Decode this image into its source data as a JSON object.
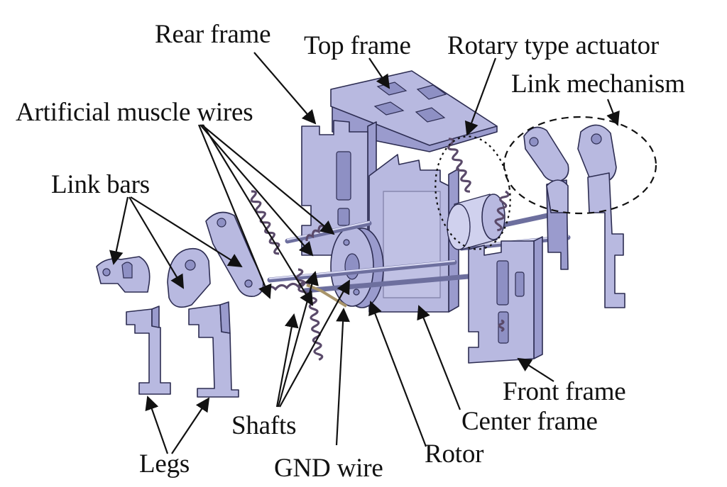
{
  "labels": {
    "rear_frame": "Rear frame",
    "top_frame": "Top frame",
    "rotary_actuator": "Rotary type actuator",
    "link_mechanism": "Link mechanism",
    "artificial_muscle_wires": "Artificial muscle wires",
    "link_bars": "Link bars",
    "front_frame": "Front frame",
    "center_frame": "Center frame",
    "shafts": "Shafts",
    "rotor": "Rotor",
    "legs": "Legs",
    "gnd_wire": "GND wire"
  },
  "colors": {
    "part_fill": "#b8b9e0",
    "part_outline": "#2d2d52",
    "spring": "#5a4a6a",
    "gnd_wire": "#a8946a",
    "text": "#111111"
  }
}
